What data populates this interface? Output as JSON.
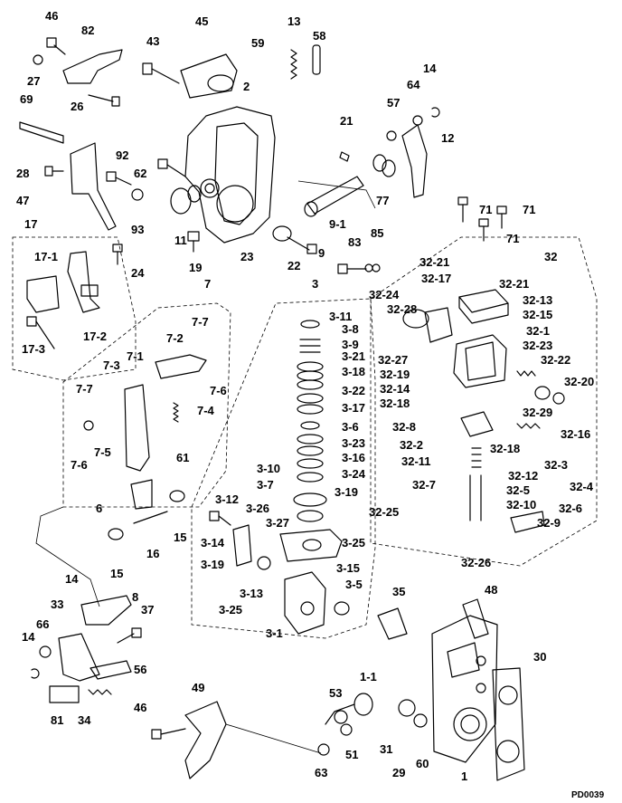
{
  "reference": "PD0039",
  "callouts": [
    {
      "id": "c46a",
      "text": "46"
    },
    {
      "id": "c82",
      "text": "82"
    },
    {
      "id": "c27",
      "text": "27"
    },
    {
      "id": "c26",
      "text": "26"
    },
    {
      "id": "c69",
      "text": "69"
    },
    {
      "id": "c28",
      "text": "28"
    },
    {
      "id": "c47",
      "text": "47"
    },
    {
      "id": "c45",
      "text": "45"
    },
    {
      "id": "c43",
      "text": "43"
    },
    {
      "id": "c59",
      "text": "59"
    },
    {
      "id": "c13",
      "text": "13"
    },
    {
      "id": "c58",
      "text": "58"
    },
    {
      "id": "c2",
      "text": "2"
    },
    {
      "id": "c21",
      "text": "21"
    },
    {
      "id": "c57",
      "text": "57"
    },
    {
      "id": "c64",
      "text": "64"
    },
    {
      "id": "c14a",
      "text": "14"
    },
    {
      "id": "c12",
      "text": "12"
    },
    {
      "id": "c92",
      "text": "92"
    },
    {
      "id": "c62",
      "text": "62"
    },
    {
      "id": "c93",
      "text": "93"
    },
    {
      "id": "c11",
      "text": "11"
    },
    {
      "id": "c19",
      "text": "19"
    },
    {
      "id": "c23",
      "text": "23"
    },
    {
      "id": "c22",
      "text": "22"
    },
    {
      "id": "c9",
      "text": "9"
    },
    {
      "id": "c9-1",
      "text": "9-1"
    },
    {
      "id": "c77",
      "text": "77"
    },
    {
      "id": "c83",
      "text": "83"
    },
    {
      "id": "c85",
      "text": "85"
    },
    {
      "id": "c71a",
      "text": "71"
    },
    {
      "id": "c71b",
      "text": "71"
    },
    {
      "id": "c71c",
      "text": "71"
    },
    {
      "id": "c17",
      "text": "17"
    },
    {
      "id": "c17-1",
      "text": "17-1"
    },
    {
      "id": "c24",
      "text": "24"
    },
    {
      "id": "c17-2",
      "text": "17-2"
    },
    {
      "id": "c17-3",
      "text": "17-3"
    },
    {
      "id": "c7",
      "text": "7"
    },
    {
      "id": "c7-7a",
      "text": "7-7"
    },
    {
      "id": "c7-2",
      "text": "7-2"
    },
    {
      "id": "c7-3",
      "text": "7-3"
    },
    {
      "id": "c7-1",
      "text": "7-1"
    },
    {
      "id": "c7-7b",
      "text": "7-7"
    },
    {
      "id": "c7-6a",
      "text": "7-6"
    },
    {
      "id": "c7-4",
      "text": "7-4"
    },
    {
      "id": "c7-6b",
      "text": "7-6"
    },
    {
      "id": "c7-5",
      "text": "7-5"
    },
    {
      "id": "c61",
      "text": "61"
    },
    {
      "id": "c6",
      "text": "6"
    },
    {
      "id": "c15a",
      "text": "15"
    },
    {
      "id": "c16",
      "text": "16"
    },
    {
      "id": "c15b",
      "text": "15"
    },
    {
      "id": "c3",
      "text": "3"
    },
    {
      "id": "c3-11",
      "text": "3-11"
    },
    {
      "id": "c3-8",
      "text": "3-8"
    },
    {
      "id": "c3-9",
      "text": "3-9"
    },
    {
      "id": "c3-21",
      "text": "3-21"
    },
    {
      "id": "c3-18",
      "text": "3-18"
    },
    {
      "id": "c3-22",
      "text": "3-22"
    },
    {
      "id": "c3-17",
      "text": "3-17"
    },
    {
      "id": "c3-6",
      "text": "3-6"
    },
    {
      "id": "c3-23",
      "text": "3-23"
    },
    {
      "id": "c3-16",
      "text": "3-16"
    },
    {
      "id": "c3-24",
      "text": "3-24"
    },
    {
      "id": "c3-10",
      "text": "3-10"
    },
    {
      "id": "c3-7",
      "text": "3-7"
    },
    {
      "id": "c3-19a",
      "text": "3-19"
    },
    {
      "id": "c3-12",
      "text": "3-12"
    },
    {
      "id": "c3-26",
      "text": "3-26"
    },
    {
      "id": "c3-27",
      "text": "3-27"
    },
    {
      "id": "c3-14",
      "text": "3-14"
    },
    {
      "id": "c3-25a",
      "text": "3-25"
    },
    {
      "id": "c3-19b",
      "text": "3-19"
    },
    {
      "id": "c3-13",
      "text": "3-13"
    },
    {
      "id": "c3-15",
      "text": "3-15"
    },
    {
      "id": "c3-5",
      "text": "3-5"
    },
    {
      "id": "c3-25b",
      "text": "3-25"
    },
    {
      "id": "c3-1",
      "text": "3-1"
    },
    {
      "id": "c32",
      "text": "32"
    },
    {
      "id": "c32-21a",
      "text": "32-21"
    },
    {
      "id": "c32-17",
      "text": "32-17"
    },
    {
      "id": "c32-21b",
      "text": "32-21"
    },
    {
      "id": "c32-24",
      "text": "32-24"
    },
    {
      "id": "c32-13",
      "text": "32-13"
    },
    {
      "id": "c32-28",
      "text": "32-28"
    },
    {
      "id": "c32-15",
      "text": "32-15"
    },
    {
      "id": "c32-1",
      "text": "32-1"
    },
    {
      "id": "c32-27",
      "text": "32-27"
    },
    {
      "id": "c32-23",
      "text": "32-23"
    },
    {
      "id": "c32-22",
      "text": "32-22"
    },
    {
      "id": "c32-19",
      "text": "32-19"
    },
    {
      "id": "c32-20",
      "text": "32-20"
    },
    {
      "id": "c32-14",
      "text": "32-14"
    },
    {
      "id": "c32-18a",
      "text": "32-18"
    },
    {
      "id": "c32-29",
      "text": "32-29"
    },
    {
      "id": "c32-8",
      "text": "32-8"
    },
    {
      "id": "c32-16",
      "text": "32-16"
    },
    {
      "id": "c32-2",
      "text": "32-2"
    },
    {
      "id": "c32-18b",
      "text": "32-18"
    },
    {
      "id": "c32-3",
      "text": "32-3"
    },
    {
      "id": "c32-11",
      "text": "32-11"
    },
    {
      "id": "c32-4",
      "text": "32-4"
    },
    {
      "id": "c32-12",
      "text": "32-12"
    },
    {
      "id": "c32-7",
      "text": "32-7"
    },
    {
      "id": "c32-5",
      "text": "32-5"
    },
    {
      "id": "c32-10",
      "text": "32-10"
    },
    {
      "id": "c32-6",
      "text": "32-6"
    },
    {
      "id": "c32-25",
      "text": "32-25"
    },
    {
      "id": "c32-9",
      "text": "32-9"
    },
    {
      "id": "c32-26",
      "text": "32-26"
    },
    {
      "id": "c14b",
      "text": "14"
    },
    {
      "id": "c33",
      "text": "33"
    },
    {
      "id": "c8",
      "text": "8"
    },
    {
      "id": "c66",
      "text": "66"
    },
    {
      "id": "c37",
      "text": "37"
    },
    {
      "id": "c14c",
      "text": "14"
    },
    {
      "id": "c56",
      "text": "56"
    },
    {
      "id": "c81",
      "text": "81"
    },
    {
      "id": "c34",
      "text": "34"
    },
    {
      "id": "c46b",
      "text": "46"
    },
    {
      "id": "c49",
      "text": "49"
    },
    {
      "id": "c35",
      "text": "35"
    },
    {
      "id": "c48",
      "text": "48"
    },
    {
      "id": "c30",
      "text": "30"
    },
    {
      "id": "c1-1",
      "text": "1-1"
    },
    {
      "id": "c53",
      "text": "53"
    },
    {
      "id": "c51",
      "text": "51"
    },
    {
      "id": "c31",
      "text": "31"
    },
    {
      "id": "c29",
      "text": "29"
    },
    {
      "id": "c60",
      "text": "60"
    },
    {
      "id": "c63",
      "text": "63"
    },
    {
      "id": "c1",
      "text": "1"
    }
  ]
}
